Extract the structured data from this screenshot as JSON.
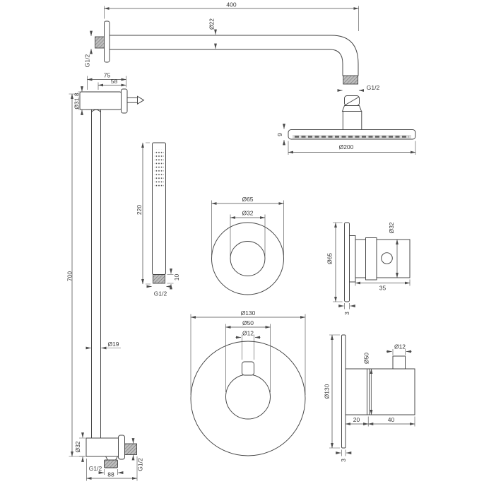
{
  "drawing": {
    "shower_arm": {
      "length": "400",
      "tube_diameter": "Ø22",
      "wall_thread": "G1/2",
      "head_thread": "G1/2"
    },
    "head": {
      "diameter": "Ø200",
      "edge_height": "9"
    },
    "slide_bar": {
      "bracket_depth": "75",
      "bracket_offset": "58",
      "bracket_diameter": "Ø31.8",
      "bar_length": "700",
      "bar_diameter": "Ø19"
    },
    "hand_shower": {
      "length": "220",
      "connector_height": "10",
      "thread": "G1/2"
    },
    "valve_front": {
      "plate_diameter": "Ø65",
      "knob_diameter": "Ø32"
    },
    "valve_side": {
      "plate_diameter": "Ø65",
      "knob_diameter": "Ø32",
      "depth": "35",
      "plate_thickness": "3"
    },
    "mixer_front": {
      "plate_diameter": "Ø130",
      "knob_diameter": "Ø50",
      "lever_diameter": "Ø12"
    },
    "mixer_side": {
      "plate_diameter": "Ø130",
      "body_diameter": "Ø50",
      "lever_diameter": "Ø12",
      "body_depth": "20",
      "lever_depth": "40",
      "plate_thickness": "3"
    },
    "wall_outlet": {
      "body_diameter": "Ø32",
      "width": "88",
      "bottom_thread": "G1/2",
      "side_thread": "G1/2"
    }
  }
}
